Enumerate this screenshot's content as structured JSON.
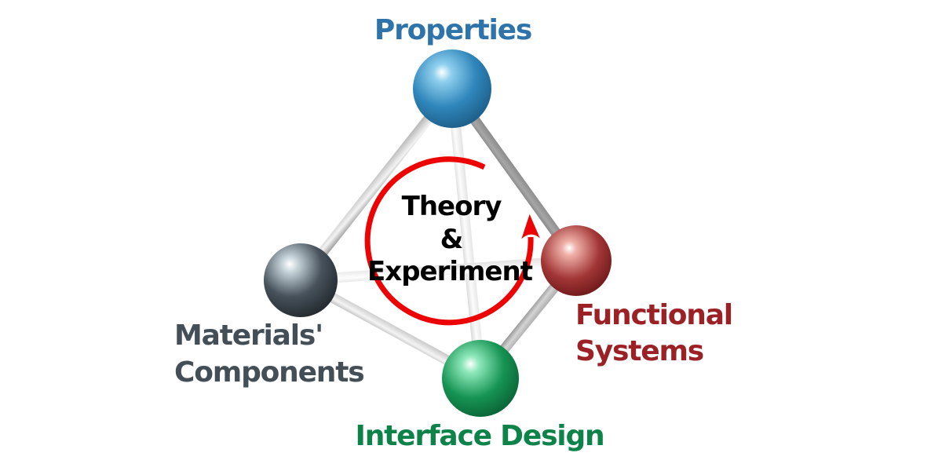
{
  "diagram": {
    "type": "tetrahedron-cycle",
    "background_color": "#ffffff",
    "nodes": [
      {
        "id": "properties",
        "label": "Properties",
        "label_color": "#2e74ab",
        "sphere_color": "#2f86bb",
        "gradient": [
          "#ffffff",
          "#8ecfee",
          "#2f86bb",
          "#1c5a84"
        ]
      },
      {
        "id": "materials-components",
        "label": "Materials' Components",
        "label_lines": [
          "Materials'",
          "Components"
        ],
        "label_color": "#434e57",
        "sphere_color": "#47525c",
        "gradient": [
          "#ffffff",
          "#c9d6dc",
          "#47525c",
          "#23292e"
        ]
      },
      {
        "id": "functional-systems",
        "label": "Functional Systems",
        "label_lines": [
          "Functional",
          "Systems"
        ],
        "label_color": "#9c2125",
        "sphere_color": "#a23636",
        "gradient": [
          "#ffffff",
          "#efb0a8",
          "#a23636",
          "#651315"
        ]
      },
      {
        "id": "interface-design",
        "label": "Interface Design",
        "label_color": "#0e8349",
        "sphere_color": "#169453",
        "gradient": [
          "#ffffff",
          "#8fe8bb",
          "#169453",
          "#095c32"
        ]
      }
    ],
    "edges": [
      {
        "from": "properties",
        "to": "interface-design",
        "gradient": [
          "#d2d2d2",
          "#fcfcfc",
          "#dadada"
        ]
      },
      {
        "from": "materials-components",
        "to": "functional-systems",
        "gradient": [
          "#dedede",
          "#fdfdfd",
          "#e4e4e4"
        ]
      },
      {
        "from": "properties",
        "to": "materials-components",
        "gradient": [
          "#a6a6a6",
          "#f3f3f3",
          "#bcbcbc"
        ]
      },
      {
        "from": "materials-components",
        "to": "interface-design",
        "gradient": [
          "#b2b2b2",
          "#f4f4f4",
          "#c2c2c2"
        ]
      },
      {
        "from": "properties",
        "to": "functional-systems",
        "gradient": [
          "#7d7d7d",
          "#a6a6a6",
          "#858585"
        ]
      },
      {
        "from": "functional-systems",
        "to": "interface-design",
        "gradient": [
          "#8f8f8f",
          "#d4d4d4",
          "#9f9f9f"
        ]
      }
    ],
    "cycle": {
      "lines": [
        "Theory",
        "&",
        "Experiment"
      ],
      "text_color": "#000000",
      "arrow_color": "#ec0404",
      "direction": "counterclockwise"
    }
  }
}
